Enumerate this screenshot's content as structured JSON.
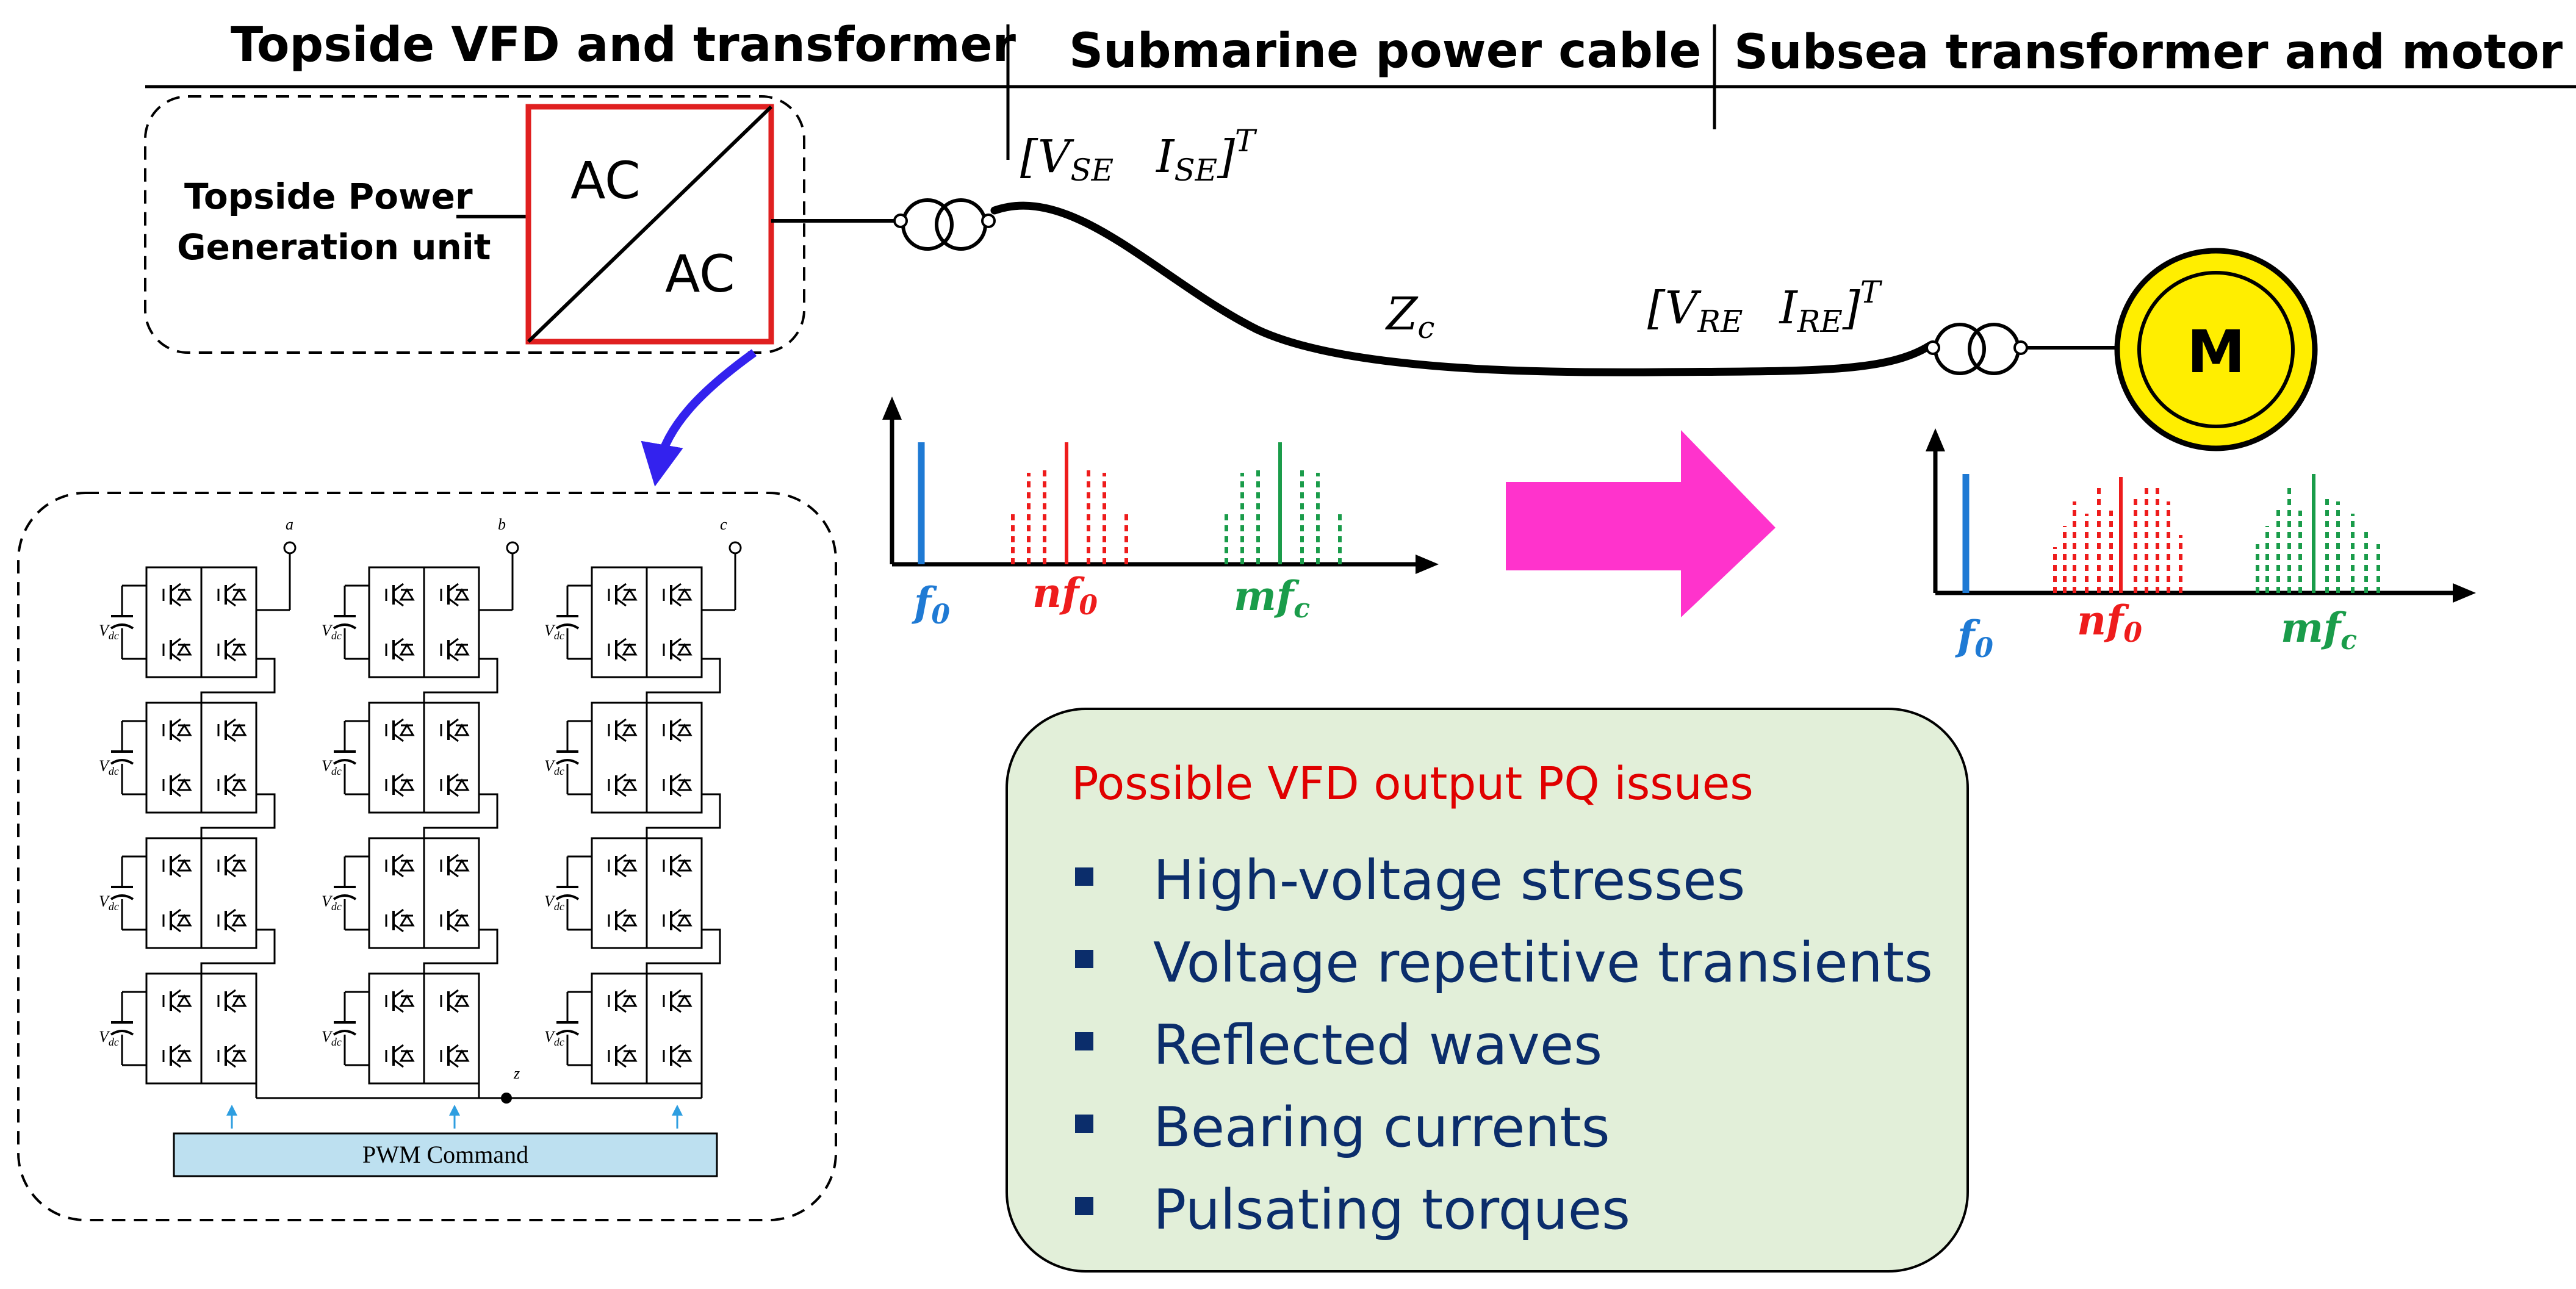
{
  "headers": {
    "topside": "Topside VFD and transformer",
    "cable": "Submarine power cable",
    "subsea": "Subsea transformer and motor"
  },
  "topside_unit": {
    "line1": "Topside Power",
    "line2": "Generation unit"
  },
  "converter": {
    "in_label": "AC",
    "out_label": "AC"
  },
  "cable": {
    "send_open": "[V",
    "send_v_sub": "SE",
    "send_i": "I",
    "send_i_sub": "SE",
    "send_close": "]",
    "send_sup": "T",
    "imp": "Z",
    "imp_sub": "c",
    "recv_open": "[V",
    "recv_v_sub": "RE",
    "recv_i": "I",
    "recv_i_sub": "RE",
    "recv_close": "]",
    "recv_sup": "T"
  },
  "motor": {
    "label": "M"
  },
  "inverter": {
    "phase_labels": [
      "a",
      "b",
      "c"
    ],
    "vdc_label": "V",
    "vdc_sub": "dc",
    "neutral_label": "z",
    "pwm_label": "PWM Command"
  },
  "spectrum_labels": {
    "f0": "f",
    "f0_sub": "0",
    "nf0": "nf",
    "nf0_sub": "0",
    "mfc": "mf",
    "mfc_sub": "c"
  },
  "colors": {
    "fundamental": "#1f7ad4",
    "low_harmonics": "#ee1c1c",
    "switching_harmonics": "#1a9c4a",
    "converter_box": "#e02020",
    "motor_fill": "#ffee00",
    "arrow_magenta": "#ff33cc",
    "arrow_blue": "#3322ee",
    "pq_box": "#e2efd9"
  },
  "pq": {
    "title": "Possible VFD output PQ issues",
    "items": [
      "High-voltage stresses",
      "Voltage repetitive transients",
      "Reflected waves",
      "Bearing currents",
      "Pulsating torques"
    ]
  }
}
